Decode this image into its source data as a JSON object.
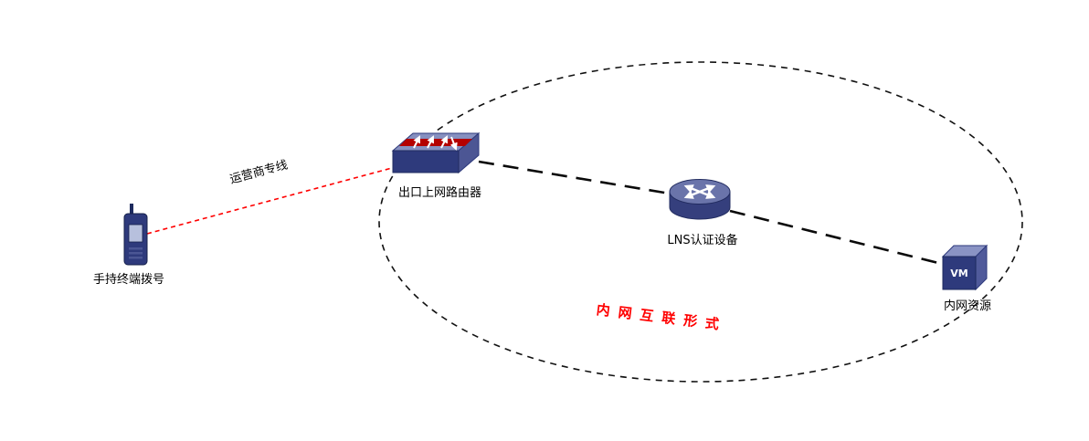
{
  "diagram": {
    "nodes": {
      "phone": {
        "icon": "mobile-phone-icon",
        "label": "手持终端拨号"
      },
      "router": {
        "icon": "edge-router-icon",
        "label": "出口上网路由器"
      },
      "lns": {
        "icon": "lns-router-icon",
        "label": "LNS认证设备"
      },
      "vm": {
        "icon": "vm-server-icon",
        "label": "内网资源",
        "badge": "VM"
      }
    },
    "links": {
      "carrier": {
        "from": "phone",
        "to": "router",
        "label": "运营商专线",
        "color": "#ff0000",
        "style": "dashed"
      },
      "router_lns": {
        "from": "router",
        "to": "lns",
        "label": "",
        "color": "#000000",
        "style": "dashed"
      },
      "lns_vm": {
        "from": "lns",
        "to": "vm",
        "label": "",
        "color": "#000000",
        "style": "dashed"
      }
    },
    "boundary": {
      "shape": "dashed-ellipse",
      "label": "内网互联形式",
      "label_color": "#ff0000"
    }
  },
  "colors": {
    "device_dark": "#2e3a7c",
    "device_mid": "#505a9b",
    "device_light": "#8a93c4",
    "stripe_red": "#b40000",
    "carrier_line": "#ff0000",
    "link_line": "#000000"
  }
}
